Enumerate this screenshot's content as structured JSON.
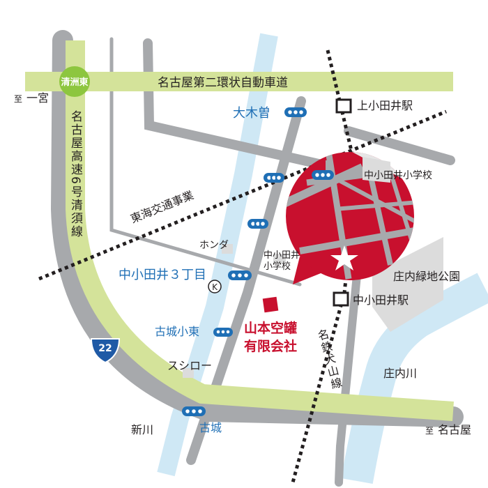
{
  "colors": {
    "background": "#ffffff",
    "expressway": "#d4e39a",
    "road": "#a7a9ac",
    "river": "#cfe8f5",
    "railway": "#231f20",
    "accent": "#c8102e",
    "label_blue": "#1f6fb5",
    "bus_stop": "#1f6fb5",
    "route_shield": "#1f5aa6"
  },
  "expressways": {
    "ring_road": "名古屋第二環状自動車道",
    "route6": "名古屋高速6号清須線",
    "junction": "清洲東"
  },
  "route_shield": "22",
  "railways": {
    "tokai": "東海交通事業",
    "meitetsu": "名鉄犬山線"
  },
  "stations": {
    "kami_otai": "上小田井駅",
    "naka_otai": "中小田井駅"
  },
  "bus_stops": {
    "okizo": "大木曽",
    "nakaotai_3": "中小田井３丁目",
    "furushiro_east": "古城小東",
    "furushiro": "古城"
  },
  "places": {
    "honda": "ホンダ",
    "naka_school": "中小田井\n小学校",
    "kami_school": "中小田井小学校",
    "park": "庄内緑地公園",
    "sushiro": "スシロー",
    "kosen_river": "庄内川",
    "shinkawa": "新川"
  },
  "company": {
    "line1": "山本空罐",
    "line2": "有限会社"
  },
  "directions": {
    "ichinomiya_prefix": "至",
    "ichinomiya": "一宮",
    "nagoya_prefix": "至",
    "nagoya": "名古屋"
  },
  "icons": {
    "bus_stop": "three-dot-bus-stop-icon",
    "station": "station-square-icon",
    "convenience": "k-circle-icon",
    "destination": "star-icon"
  }
}
